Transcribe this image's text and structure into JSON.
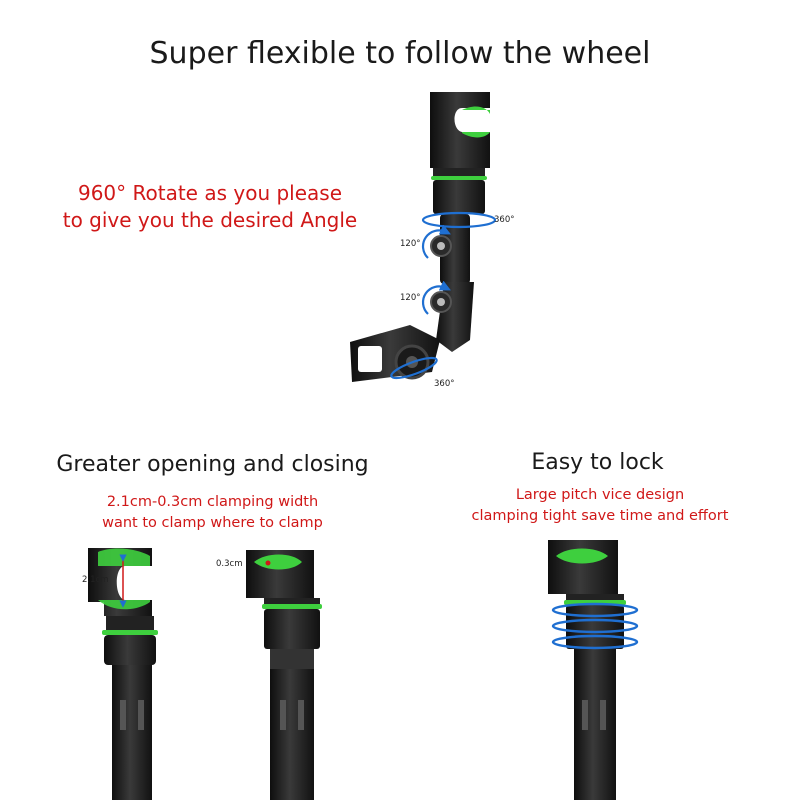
{
  "title": "Super flexible to follow the wheel",
  "rotate": {
    "line1": "960° Rotate as you please",
    "line2": "to give you the desired Angle",
    "label_360_top": "360°",
    "label_120_upper": "120°",
    "label_120_lower": "120°",
    "label_360_bottom": "360°"
  },
  "opening": {
    "heading": "Greater opening and closing",
    "line1": "2.1cm-0.3cm clamping width",
    "line2": "want to clamp where to clamp",
    "label_wide": "2.1cm",
    "label_narrow": "0.3cm"
  },
  "lock": {
    "heading": "Easy to lock",
    "line1": "Large pitch vice design",
    "line2": "clamping tight save time and effort"
  },
  "colors": {
    "accent_green": "#3ecf3e",
    "text_red": "#d01818",
    "body_black": "#1c1c1c",
    "arrow_blue": "#1f6fd1"
  }
}
